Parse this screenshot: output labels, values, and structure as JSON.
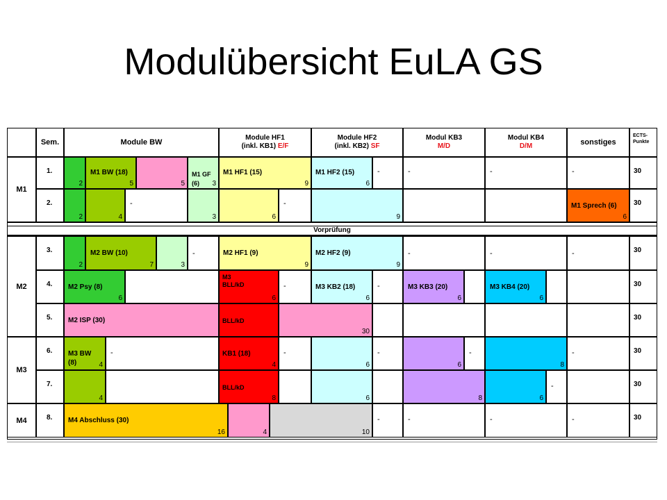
{
  "title": "Modulübersicht EuLA GS",
  "header": {
    "sem": "Sem.",
    "module_bw": "Module BW",
    "module_hf1_line1": "Module HF1",
    "module_hf1_line2": "(inkl. KB1)",
    "module_hf1_red": "E/F",
    "module_hf2_line1": "Module HF2",
    "module_hf2_line2": "(inkl. KB2)",
    "module_hf2_red": "SF",
    "modul_kb3": "Modul KB3",
    "modul_kb3_red": "M/D",
    "modul_kb4": "Modul KB4",
    "modul_kb4_red": "D/M",
    "sonstiges": "sonstiges",
    "ects_line1": "ECTS-",
    "ects_line2": "Punkte"
  },
  "vorpruefung": "Vorprüfung",
  "groups": [
    "M1",
    "M2",
    "M3",
    "M4"
  ],
  "semesters": [
    "1.",
    "2.",
    "3.",
    "4.",
    "5.",
    "6.",
    "7.",
    "8."
  ],
  "ects": [
    "30",
    "30",
    "30",
    "30",
    "30",
    "30",
    "30",
    "30"
  ],
  "blocks": {
    "m1_bw": "M1 BW (18)",
    "m1_gf": "M1 GF",
    "m1_gf_sub": "(6)",
    "m1_hf1": "M1 HF1 (15)",
    "m1_hf2": "M1 HF2 (15)",
    "m1_sprech": "M1 Sprech (6)",
    "m2_bw": "M2 BW (10)",
    "m2_hf1": "M2 HF1 (9)",
    "m2_hf2": "M2 HF2 (9)",
    "m2_psy": "M2 Psy (8)",
    "m3_bll_kd_a": "M3",
    "m3_bll_kd_b": "BLL/kD",
    "m3_kb2": "M3 KB2 (18)",
    "m3_kb3": "M3 KB3 (20)",
    "m3_kb4": "M3 KB4 (20)",
    "m2_isp": "M2 ISP (30)",
    "bll_kd": "BLL/kD",
    "m3_bw_a": "M3 BW",
    "m3_bw_b": "(8)",
    "kb1": "KB1 (18)",
    "m4_abschluss": "M4 Abschluss (30)"
  },
  "numbers": {
    "s1_bw_green": "2",
    "s1_bw": "5",
    "s1_bw_pink": "5",
    "s1_gf": "3",
    "s1_hf1": "9",
    "s1_hf2": "6",
    "s2_green": "2",
    "s2_lime": "4",
    "s2_gf": "3",
    "s2_hf1": "6",
    "s2_hf2": "9",
    "s2_sprech": "6",
    "s3_green": "2",
    "s3_bw": "7",
    "s3_light": "3",
    "s3_hf1": "9",
    "s3_hf2": "9",
    "s4_psy": "6",
    "s4_bll": "6",
    "s4_kb2": "6",
    "s4_kb3": "6",
    "s4_kb4": "6",
    "s5_isp": "30",
    "s6_bw": "4",
    "s6_kb1": "4",
    "s6_hf2": "6",
    "s6_kb3": "6",
    "s6_kb4": "8",
    "s7_bw": "4",
    "s7_bll": "8",
    "s7_hf2": "6",
    "s7_kb3": "8",
    "s7_kb4": "6",
    "s8_abschluss": "16",
    "s8_pink": "4",
    "s8_grey": "10"
  },
  "dash": "-",
  "colors": {
    "green": "#33cc33",
    "lime": "#99cc00",
    "pink": "#ff99cc",
    "light_green": "#ccffcc",
    "yellow": "#ffff99",
    "cyan": "#ccffff",
    "orange": "#ff6600",
    "red": "#ff0000",
    "purple": "#cc99ff",
    "blue": "#00ccff",
    "gold": "#ffcc00",
    "grey": "#d9d9d9"
  }
}
